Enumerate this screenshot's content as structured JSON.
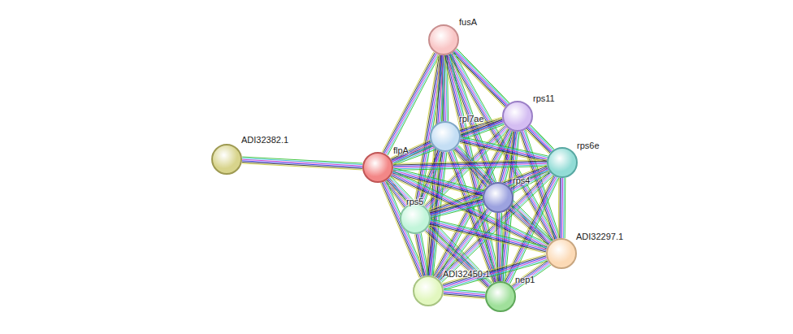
{
  "diagram": {
    "nodes": [
      {
        "text": [
          "fusA"
        ]
      },
      {
        "text": [
          "rps11"
        ]
      },
      {
        "text": [
          "rpl7ae"
        ]
      },
      {
        "text": [
          "rps6e"
        ]
      },
      {
        "text": [
          "ADI32382.1"
        ]
      },
      {
        "text": [
          "flpA"
        ]
      },
      {
        "text": [
          "rps4"
        ]
      },
      {
        "text": [
          "rps5"
        ]
      },
      {
        "text": [
          "ADI32297.1"
        ]
      },
      {
        "text": [
          "ADI32450.1"
        ]
      },
      {
        "text": [
          "nep1"
        ]
      }
    ],
    "edges": [
      {
        "from": 4,
        "to": 5,
        "arrow": "none"
      },
      {
        "from": 0,
        "to": 1,
        "arrow": "none"
      },
      {
        "from": 0,
        "to": 2,
        "arrow": "none"
      },
      {
        "from": 0,
        "to": 3,
        "arrow": "none"
      },
      {
        "from": 0,
        "to": 5,
        "arrow": "none"
      },
      {
        "from": 0,
        "to": 6,
        "arrow": "none"
      },
      {
        "from": 0,
        "to": 7,
        "arrow": "none"
      },
      {
        "from": 0,
        "to": 8,
        "arrow": "none"
      },
      {
        "from": 0,
        "to": 9,
        "arrow": "none"
      },
      {
        "from": 0,
        "to": 10,
        "arrow": "none"
      },
      {
        "from": 1,
        "to": 2,
        "arrow": "none"
      },
      {
        "from": 1,
        "to": 3,
        "arrow": "none"
      },
      {
        "from": 1,
        "to": 5,
        "arrow": "none"
      },
      {
        "from": 1,
        "to": 6,
        "arrow": "none"
      },
      {
        "from": 1,
        "to": 7,
        "arrow": "none"
      },
      {
        "from": 1,
        "to": 8,
        "arrow": "none"
      },
      {
        "from": 1,
        "to": 9,
        "arrow": "none"
      },
      {
        "from": 1,
        "to": 10,
        "arrow": "none"
      },
      {
        "from": 2,
        "to": 3,
        "arrow": "none"
      },
      {
        "from": 2,
        "to": 5,
        "arrow": "none"
      },
      {
        "from": 2,
        "to": 6,
        "arrow": "none"
      },
      {
        "from": 2,
        "to": 7,
        "arrow": "none"
      },
      {
        "from": 2,
        "to": 8,
        "arrow": "none"
      },
      {
        "from": 2,
        "to": 9,
        "arrow": "none"
      },
      {
        "from": 2,
        "to": 10,
        "arrow": "none"
      },
      {
        "from": 3,
        "to": 5,
        "arrow": "none"
      },
      {
        "from": 3,
        "to": 6,
        "arrow": "none"
      },
      {
        "from": 3,
        "to": 7,
        "arrow": "none"
      },
      {
        "from": 3,
        "to": 8,
        "arrow": "none"
      },
      {
        "from": 3,
        "to": 9,
        "arrow": "none"
      },
      {
        "from": 3,
        "to": 10,
        "arrow": "none"
      },
      {
        "from": 5,
        "to": 6,
        "arrow": "none"
      },
      {
        "from": 5,
        "to": 7,
        "arrow": "none"
      },
      {
        "from": 5,
        "to": 8,
        "arrow": "none"
      },
      {
        "from": 5,
        "to": 9,
        "arrow": "none"
      },
      {
        "from": 5,
        "to": 10,
        "arrow": "none"
      },
      {
        "from": 6,
        "to": 7,
        "arrow": "none"
      },
      {
        "from": 6,
        "to": 8,
        "arrow": "none"
      },
      {
        "from": 6,
        "to": 9,
        "arrow": "none"
      },
      {
        "from": 6,
        "to": 10,
        "arrow": "none"
      },
      {
        "from": 7,
        "to": 8,
        "arrow": "none"
      },
      {
        "from": 7,
        "to": 9,
        "arrow": "none"
      },
      {
        "from": 7,
        "to": 10,
        "arrow": "none"
      },
      {
        "from": 8,
        "to": 9,
        "arrow": "none"
      },
      {
        "from": 8,
        "to": 10,
        "arrow": "none"
      },
      {
        "from": 9,
        "to": 10,
        "arrow": "none"
      }
    ]
  }
}
